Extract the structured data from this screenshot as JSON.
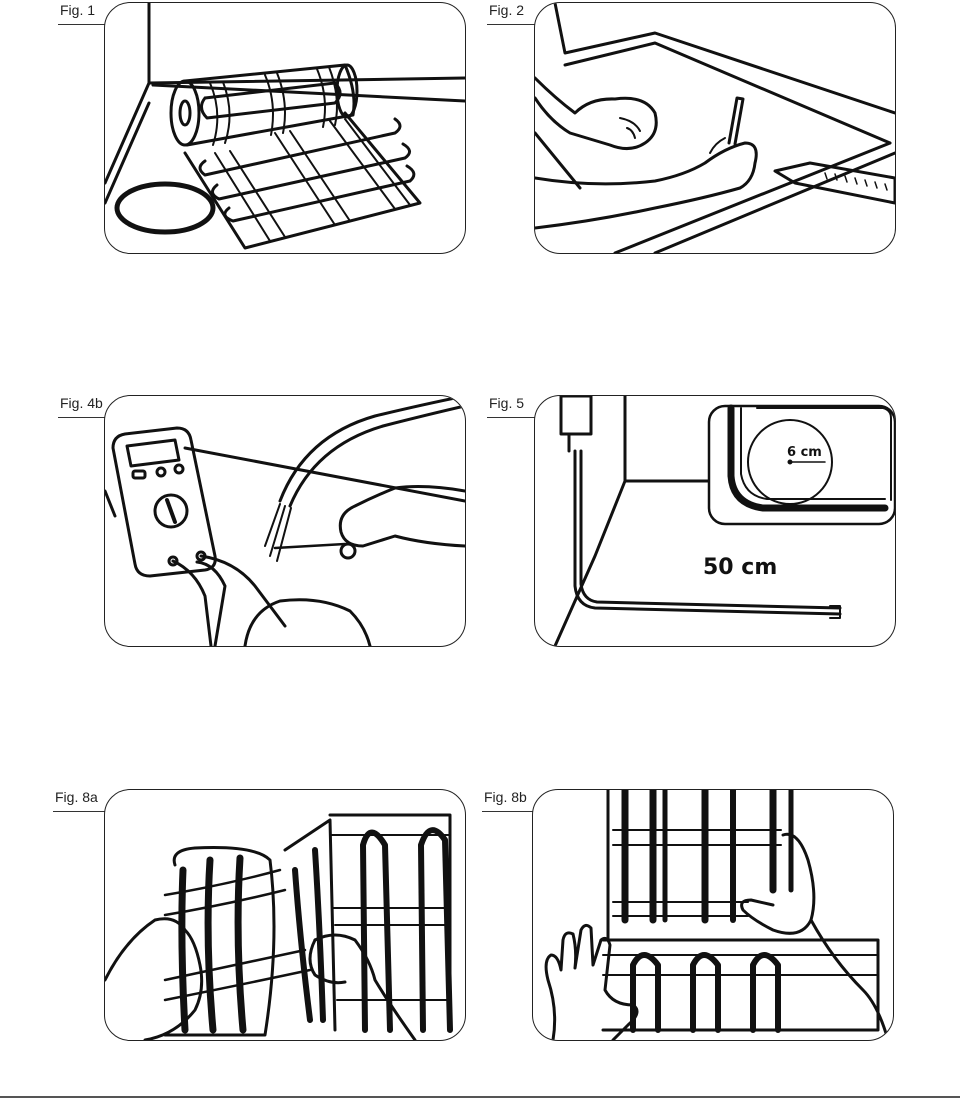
{
  "figures": [
    {
      "id": "fig1",
      "label": "Fig. 1"
    },
    {
      "id": "fig2",
      "label": "Fig. 2"
    },
    {
      "id": "fig4b",
      "label": "Fig. 4b"
    },
    {
      "id": "fig5",
      "label": "Fig. 5",
      "inset_label": "6 cm",
      "distance_label": "50 cm"
    },
    {
      "id": "fig8a",
      "label": "Fig. 8a"
    },
    {
      "id": "fig8b",
      "label": "Fig. 8b"
    }
  ],
  "colors": {
    "ink": "#111111",
    "paper": "#ffffff"
  }
}
